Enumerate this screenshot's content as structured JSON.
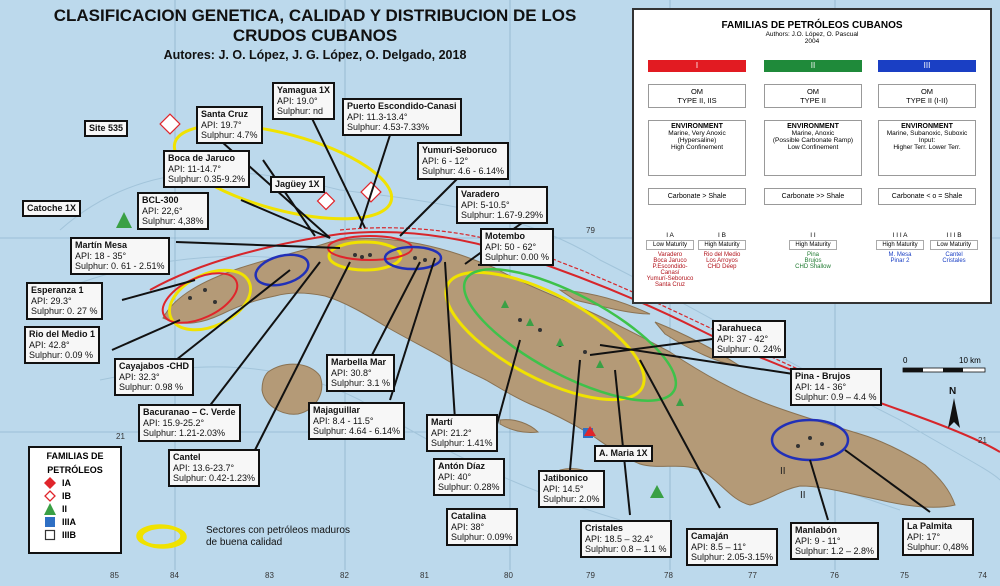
{
  "title": {
    "line1": "CLASIFICACION GENETICA, CALIDAD Y DISTRIBUCION DE LOS",
    "line2": "CRUDOS CUBANOS",
    "authors": "Autores: J. O. López, J. G. López, O. Delgado, 2018"
  },
  "wells": [
    {
      "id": "site535",
      "name": "Site 535",
      "api": "",
      "sulphur": ""
    },
    {
      "id": "santacruz",
      "name": "Santa Cruz",
      "api": "API: 19.7°",
      "sulphur": "Sulphur: 4.7%"
    },
    {
      "id": "yamagua",
      "name": "Yamagua 1X",
      "api": "API: 19.0°",
      "sulphur": "Sulphur: nd"
    },
    {
      "id": "puertoescondido",
      "name": "Puerto Escondido-Canasi",
      "api": "API: 11.3-13.4°",
      "sulphur": "Sulphur: 4.53-7.33%"
    },
    {
      "id": "bocajaruco",
      "name": "Boca de Jaruco",
      "api": "API: 11-14.7°",
      "sulphur": "Sulphur: 0.35-9.2%"
    },
    {
      "id": "jaguey",
      "name": "Jagüey 1X",
      "api": "",
      "sulphur": ""
    },
    {
      "id": "yumuri",
      "name": "Yumuri-Seboruco",
      "api": "API: 6 - 12°",
      "sulphur": "Sulphur: 4.6 - 6.14%"
    },
    {
      "id": "catoche",
      "name": "Catoche 1X",
      "api": "",
      "sulphur": ""
    },
    {
      "id": "bcl300",
      "name": "BCL-300",
      "api": "API: 22,6°",
      "sulphur": "Sulphur: 4,38%"
    },
    {
      "id": "varadero",
      "name": "Varadero",
      "api": "API: 5-10.5°",
      "sulphur": "Sulphur: 1.67-9.29%"
    },
    {
      "id": "martinmesa",
      "name": "Martín Mesa",
      "api": "API: 18 - 35°",
      "sulphur": "Sulphur: 0. 61 - 2.51%"
    },
    {
      "id": "motembo",
      "name": "Motembo",
      "api": "API: 50 - 62°",
      "sulphur": "Sulphur: 0.00 %"
    },
    {
      "id": "esperanza",
      "name": "Esperanza 1",
      "api": "API: 29.3°",
      "sulphur": "Sulphur: 0. 27 %"
    },
    {
      "id": "riodelmedio",
      "name": "Rio del Medio 1",
      "api": "API: 42.8°",
      "sulphur": "Sulphur: 0.09 %"
    },
    {
      "id": "jarahueca",
      "name": "Jarahueca",
      "api": "API: 37 - 42°",
      "sulphur": "Sulphur: 0. 24%"
    },
    {
      "id": "cayajabos",
      "name": "Cayajabos -CHD",
      "api": "API: 32.3°",
      "sulphur": "Sulphur: 0.98 %"
    },
    {
      "id": "marbella",
      "name": "Marbella Mar",
      "api": "API: 30.8°",
      "sulphur": "Sulphur: 3.1 %"
    },
    {
      "id": "pina",
      "name": "Pina - Brujos",
      "api": "API: 14 - 36°",
      "sulphur": "Sulphur: 0.9 – 4.4 %"
    },
    {
      "id": "bacuranao",
      "name": "Bacuranao – C. Verde",
      "api": "API: 15.9-25.2°",
      "sulphur": "Sulphur: 1.21-2.03%"
    },
    {
      "id": "majaguillar",
      "name": "Majaguillar",
      "api": "API: 8.4 - 11.5°",
      "sulphur": "Sulphur: 4.64 - 6.14%"
    },
    {
      "id": "marti",
      "name": "Martí",
      "api": "API: 21.2°",
      "sulphur": "Sulphur: 1.41%"
    },
    {
      "id": "cantel",
      "name": "Cantel",
      "api": "API: 13.6-23.7°",
      "sulphur": "Sulphur: 0.42-1.23%"
    },
    {
      "id": "amaria",
      "name": "A. Maria 1X",
      "api": "",
      "sulphur": ""
    },
    {
      "id": "antondiaz",
      "name": "Antón Díaz",
      "api": "API: 40°",
      "sulphur": "Sulphur: 0.28%"
    },
    {
      "id": "jatibonico",
      "name": "Jatibonico",
      "api": "API: 14.5°",
      "sulphur": "Sulphur: 2.0%"
    },
    {
      "id": "catalina",
      "name": "Catalina",
      "api": "API: 38°",
      "sulphur": "Sulphur: 0.09%"
    },
    {
      "id": "cristales",
      "name": "Cristales",
      "api": "API: 18.5 – 32.4°",
      "sulphur": "Sulphur: 0.8 – 1.1 %"
    },
    {
      "id": "camajan",
      "name": "Camaján",
      "api": "API: 8.5 – 11°",
      "sulphur": "Sulphur: 2.05-3.15%"
    },
    {
      "id": "manialbon",
      "name": "Manlabón",
      "api": "API: 9 - 11°",
      "sulphur": "Sulphur: 1.2 – 2.8%"
    },
    {
      "id": "lapalmita",
      "name": "La Palmita",
      "api": "API: 17°",
      "sulphur": "Sulphur: 0,48%"
    }
  ],
  "coords": {
    "lon": [
      "85",
      "84",
      "83",
      "82",
      "81",
      "80",
      "79",
      "78",
      "77",
      "76",
      "75",
      "74"
    ],
    "lat": [
      "21",
      "21",
      "79"
    ]
  },
  "families_legend": {
    "title1": "FAMILIAS DE",
    "title2": "PETRÓLEOS",
    "items": [
      {
        "label": "IA",
        "color": "#e0252b",
        "shape": "diamond-filled"
      },
      {
        "label": "IB",
        "color": "#e0252b",
        "shape": "diamond-outline"
      },
      {
        "label": "II",
        "color": "#3aa045",
        "shape": "triangle"
      },
      {
        "label": "IIIA",
        "color": "#2e6fc4",
        "shape": "square-filled"
      },
      {
        "label": "IIIB",
        "color": "#333333",
        "shape": "square-outline"
      }
    ]
  },
  "yellow_legend": {
    "line1": "Sectores con petróleos maduros",
    "line2": "de buena calidad"
  },
  "scale": {
    "left": "0",
    "right": "10 km"
  },
  "north": "N",
  "roman_marks": [
    "II",
    "II"
  ],
  "panel": {
    "title": "FAMILIAS DE PETRÓLEOS CUBANOS",
    "authors": "Authors: J.O. López, O. Pascual",
    "year": "2004",
    "families": [
      {
        "label": "I",
        "color": "#e21b22",
        "om": "OM",
        "type": "TYPE II, IIS",
        "env_title": "ENVIRONMENT",
        "env": "Marine, Very Anoxic",
        "env2": "(Hypersaline)",
        "env3": "High Confinement",
        "carbonate": "Carbonate > Shale"
      },
      {
        "label": "II",
        "color": "#1f8a3a",
        "om": "OM",
        "type": "TYPE II",
        "env_title": "ENVIRONMENT",
        "env": "Marine, Anoxic",
        "env2": "(Possible Carbonate Ramp)",
        "env3": "Low Confinement",
        "carbonate": "Carbonate >> Shale"
      },
      {
        "label": "III",
        "color": "#1a3fc4",
        "om": "OM",
        "type": "TYPE II (I-II)",
        "env_title": "ENVIRONMENT",
        "env": "Marine, Subanoxic, Suboxic",
        "env2": "Input:",
        "env3": "Higher Terr.     Lower Terr.",
        "carbonate": "Carbonate < o = Shale"
      }
    ],
    "subfamilies": [
      {
        "code": "I A",
        "maturity": "Low Maturity",
        "fields": "Varadero\nBoca Jaruco\nP.Escondido-Canasí\nYumurí-Seboruco\nSanta Cruz"
      },
      {
        "code": "I B",
        "maturity": "High Maturity",
        "fields": "Rio del Medio\nLos Arroyos\nCHD Deep"
      },
      {
        "code": "I I",
        "maturity": "High Maturity",
        "fields": "Pina\nBrujos\nCHD Shallow"
      },
      {
        "code": "I I I  A",
        "maturity": "High Maturity",
        "fields": "M. Mesa\nPinar 2"
      },
      {
        "code": "I I I  B",
        "maturity": "Low Maturity",
        "fields": "Cantel\nCristales"
      }
    ]
  }
}
